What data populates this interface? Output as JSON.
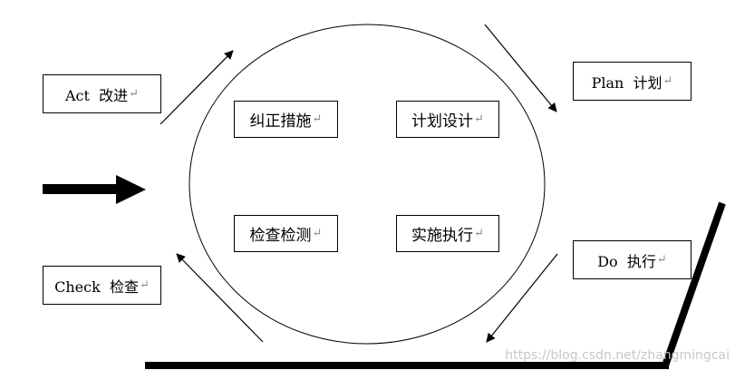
{
  "stages": {
    "act": {
      "label": "Act  改进"
    },
    "plan": {
      "label": "Plan  计划"
    },
    "do": {
      "label": "Do  执行"
    },
    "check": {
      "label": "Check  检查"
    }
  },
  "inner_steps": {
    "correct": {
      "label": "纠正措施"
    },
    "design": {
      "label": "计划设计"
    },
    "inspect": {
      "label": "检查检测"
    },
    "execute": {
      "label": "实施执行"
    }
  },
  "para_mark": "↵",
  "watermark": "https://blog.csdn.net/zhangmingcai"
}
